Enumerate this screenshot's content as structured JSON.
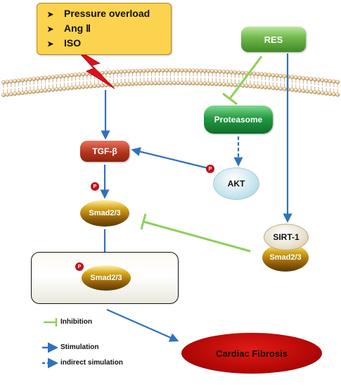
{
  "stimuli": [
    "Pressure overload",
    "Ang Ⅱ",
    "ISO"
  ],
  "nodes": {
    "res": "RES",
    "proteasome": "Proteasome",
    "tgf": "TGF-β",
    "akt": "AKT",
    "smad_cyto": "Smad2/3",
    "smad_nucleus": "Smad2/3",
    "sirt": "SIRT-1",
    "smad_sirt": "Smad2/3",
    "cardiac": "Cardiac Fibrosis"
  },
  "phospho_label": "P",
  "legend": {
    "inhibition": "Inhibition",
    "stimulation": "Stimulation",
    "indirect": "indirect simulation"
  },
  "colors": {
    "stimulation": "#2e72bd",
    "inhibition": "#8dd05a",
    "stimulus_box": "#fbd34e",
    "lightning": "#e0101a"
  }
}
